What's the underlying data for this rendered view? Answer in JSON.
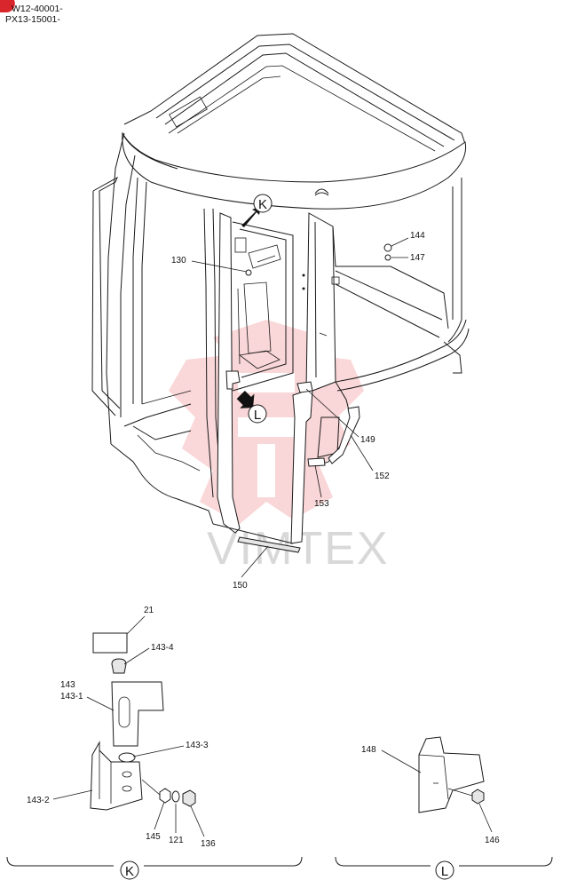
{
  "header": {
    "serial_1": "W12-40001-",
    "serial_2": "PX13-15001-"
  },
  "watermark": {
    "text": "VIMTEX"
  },
  "main_view": {
    "detail_markers": {
      "k": "K",
      "l": "L"
    },
    "callouts": {
      "p130": "130",
      "p144": "144",
      "p147": "147",
      "p149": "149",
      "p150": "150",
      "p152": "152",
      "p153": "153"
    }
  },
  "detail_k": {
    "title": "K",
    "callouts": {
      "p21": "21",
      "p143_4": "143-4",
      "p143": "143",
      "p143_1": "143-1",
      "p143_3": "143-3",
      "p143_2": "143-2",
      "p145": "145",
      "p121": "121",
      "p136": "136"
    }
  },
  "detail_l": {
    "title": "L",
    "callouts": {
      "p148": "148",
      "p146": "146"
    }
  },
  "colors": {
    "line": "#1a1a1a",
    "watermark_red": "#e8474c",
    "badge_red": "#d9262c"
  }
}
